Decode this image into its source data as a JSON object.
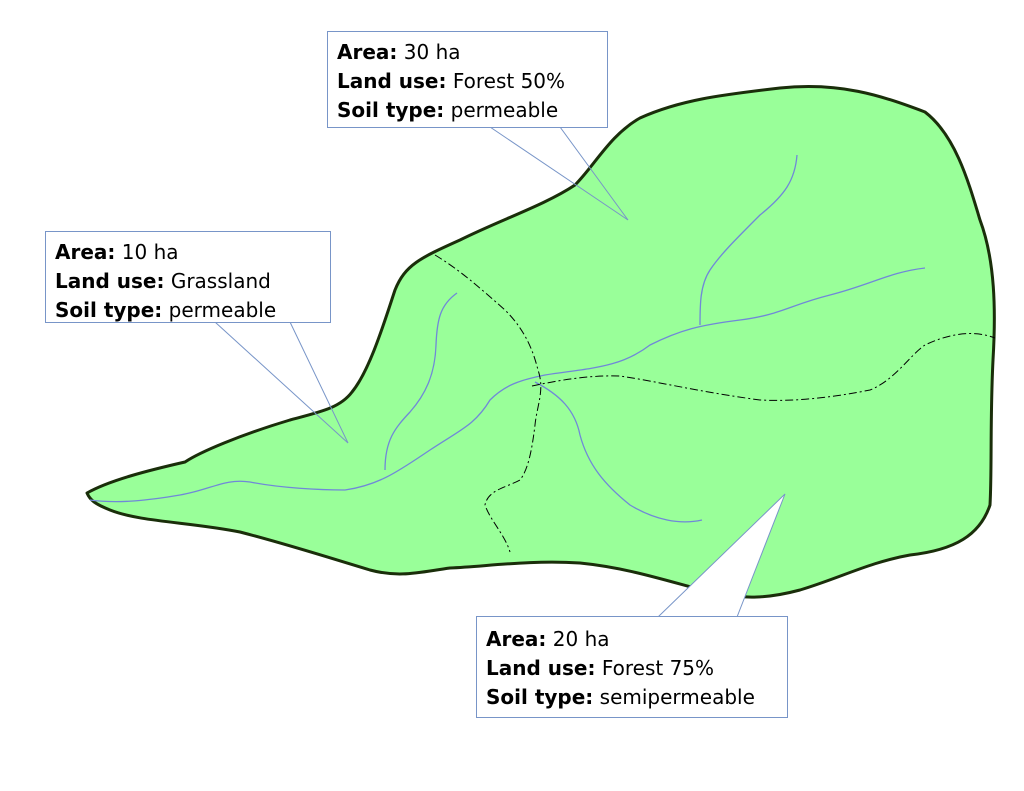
{
  "colors": {
    "catchment_fill": "#99ff99",
    "outline": "#1a2e0a",
    "stream": "#7088d8",
    "callout_border": "#7895c8",
    "divide": "#000000"
  },
  "callouts": [
    {
      "area_label": "Area:",
      "area": "30 ha",
      "landuse_label": "Land use:",
      "landuse": "Forest 50%",
      "soil_label": "Soil type:",
      "soil": "permeable"
    },
    {
      "area_label": "Area:",
      "area": "10 ha",
      "landuse_label": "Land use:",
      "landuse": "Grassland",
      "soil_label": "Soil type:",
      "soil": "permeable"
    },
    {
      "area_label": "Area:",
      "area": "20 ha",
      "landuse_label": "Land use:",
      "landuse": "Forest 75%",
      "soil_label": "Soil type:",
      "soil": "semipermeable"
    }
  ]
}
